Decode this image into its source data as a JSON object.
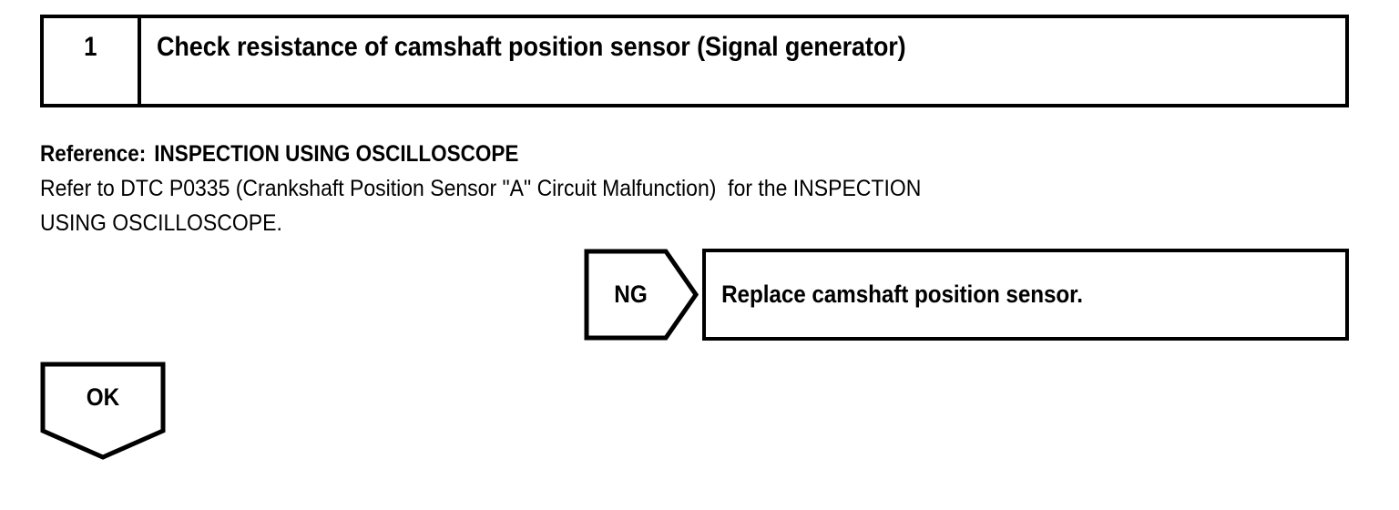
{
  "page": {
    "kind": "diagnostic-flowchart",
    "background_color": "#ffffff",
    "ink_color": "#000000"
  },
  "step": {
    "number": "1",
    "title": "Check resistance of camshaft position sensor (Signal generator)"
  },
  "reference": {
    "label": "Reference:",
    "target": "INSPECTION USING OSCILLOSCOPE",
    "body": "Refer to DTC P0335 (Crankshaft Position Sensor \"A\" Circuit Malfunction)  for the INSPECTION\nUSING OSCILLOSCOPE."
  },
  "branches": {
    "ng": {
      "label": "NG",
      "direction": "right",
      "action": "Replace camshaft position sensor."
    },
    "ok": {
      "label": "OK",
      "direction": "down"
    }
  }
}
